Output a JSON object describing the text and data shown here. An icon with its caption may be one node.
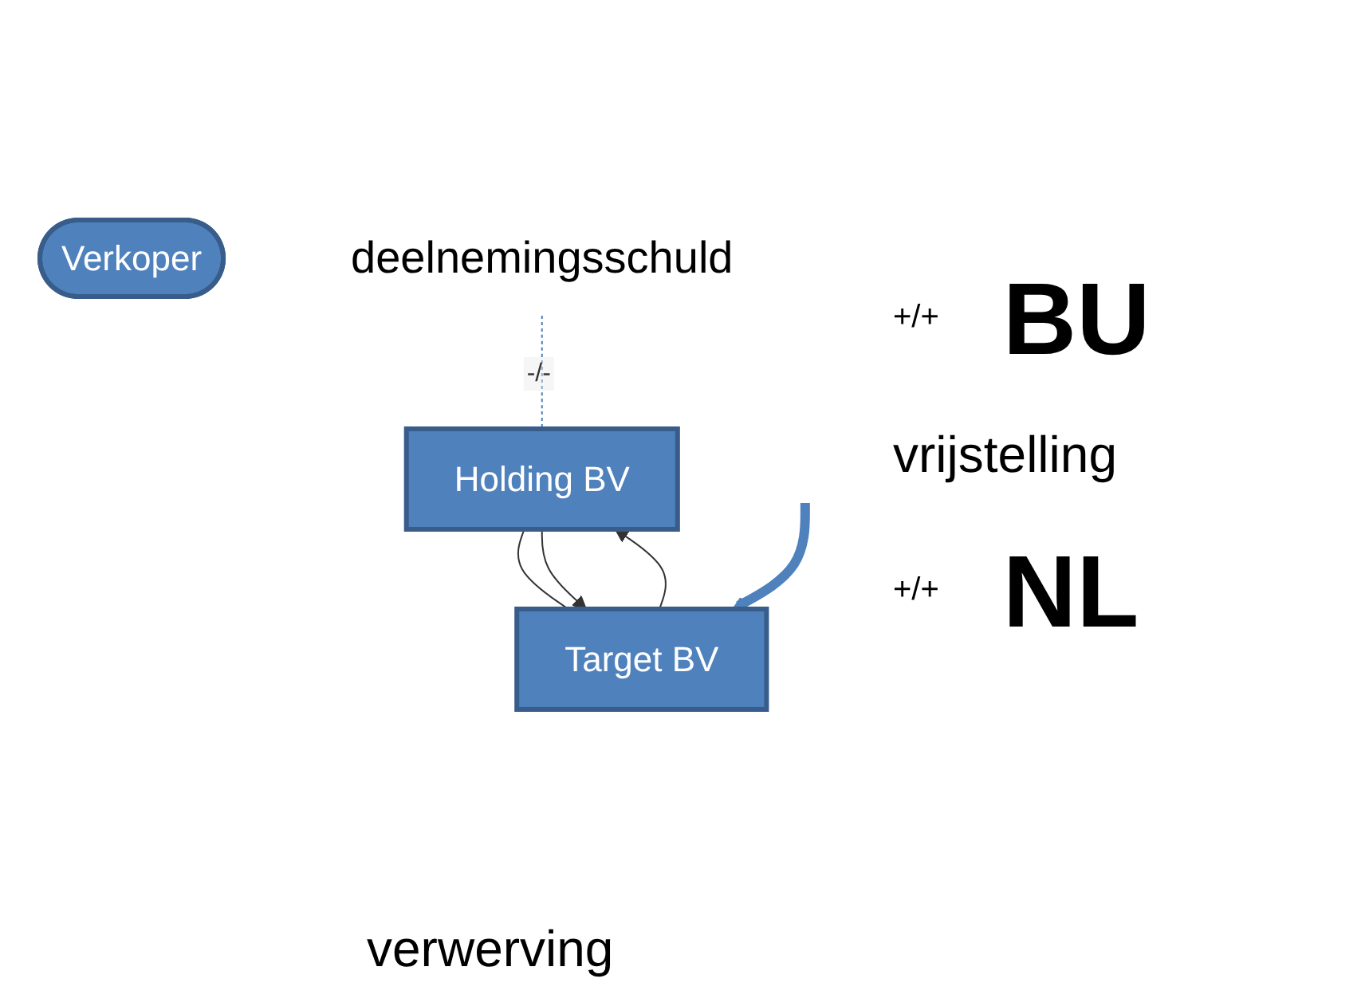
{
  "diagram": {
    "nodes": [
      {
        "text": [
          "Verkoper"
        ]
      },
      {
        "text": [
          "Holding BV"
        ]
      },
      {
        "text": [
          "Target BV"
        ]
      },
      {
        "text": [
          "deelnemingsschuld"
        ]
      }
    ],
    "edges": [
      {
        "from": 3,
        "to": 1,
        "arrow": "none",
        "style": "dashed",
        "color": "#4f81bd",
        "label": "-/-"
      },
      {
        "from": 1,
        "to": 2,
        "arrow": "none"
      },
      {
        "from": 1,
        "to": 2,
        "arrow": "to"
      },
      {
        "from": 2,
        "to": 1,
        "arrow": "to"
      },
      {
        "from": null,
        "to": 2,
        "arrow": "to",
        "style": "thick",
        "color": "#4f81bd"
      }
    ],
    "labels": [
      "+/+",
      "BU",
      "vrijstelling",
      "+/+",
      "NL",
      "verwerving"
    ]
  }
}
